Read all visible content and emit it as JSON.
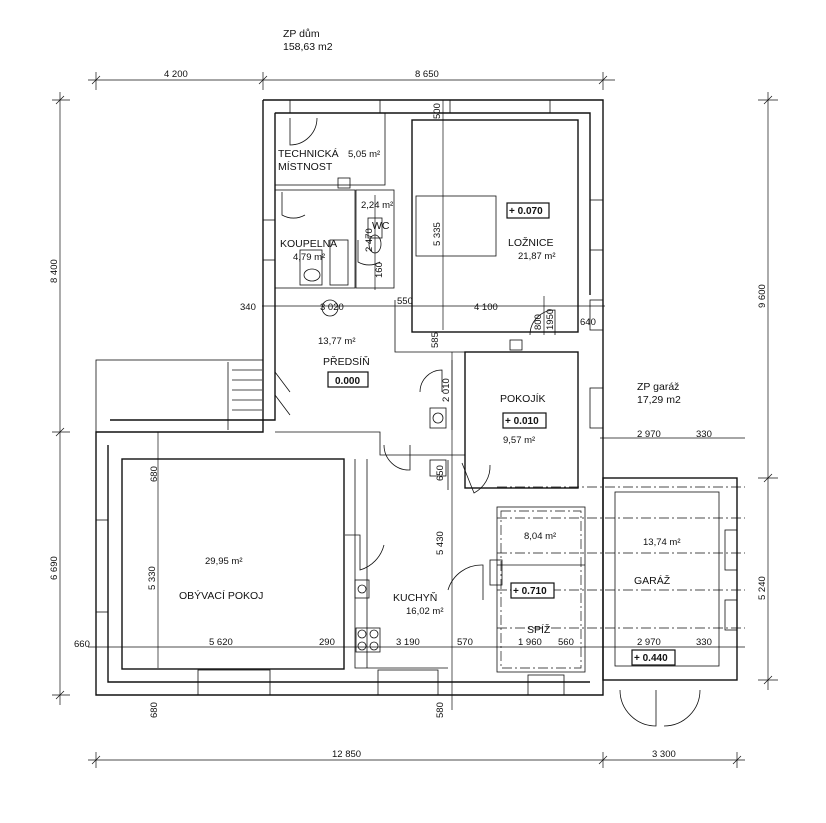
{
  "summary_house": {
    "title": "ZP dům",
    "area": "158,63 m2"
  },
  "summary_garage": {
    "title": "ZP garáž",
    "area": "17,29 m2"
  },
  "rooms": {
    "technical": {
      "name_line1": "TECHNICKÁ",
      "name_line2": "MÍSTNOST",
      "area": "5,05 m²"
    },
    "wc": {
      "name": "WC",
      "area": "2,24 m²"
    },
    "bathroom": {
      "name": "KOUPELNA",
      "area": "4,79 m²"
    },
    "bedroom": {
      "name": "LOŽNICE",
      "area": "21,87 m²",
      "level": "+ 0.070"
    },
    "hall": {
      "name": "PŘEDSÍŇ",
      "area": "13,77 m²",
      "level": "0.000"
    },
    "small_room": {
      "name": "POKOJÍK",
      "area": "9,57 m²",
      "level": "+ 0.010"
    },
    "living": {
      "name": "OBÝVACÍ POKOJ",
      "area": "29,95 m²"
    },
    "kitchen": {
      "name": "KUCHYŇ",
      "area": "16,02 m²"
    },
    "pantry": {
      "name": "SPÍŽ",
      "area": "8,04 m²",
      "level": "+ 0.710"
    },
    "garage": {
      "name": "GARÁŽ",
      "area": "13,74 m²",
      "level": "+ 0.440"
    }
  },
  "dimensions": {
    "top_left": "4 200",
    "top_right": "8 650",
    "bottom_main": "12 850",
    "bottom_garage": "3 300",
    "left_upper": "8 400",
    "left_lower": "6 690",
    "right_total": "9 600",
    "right_garage": "5 240",
    "d_340": "340",
    "d_3020": "3 020",
    "d_550": "550",
    "d_4100": "4 100",
    "d_640": "640",
    "d_800": "800",
    "d_1950": "1950",
    "d_500": "500",
    "d_5335": "5 335",
    "d_2470": "2 470",
    "d_160": "160",
    "d_585": "585",
    "d_2010": "2 010",
    "d_650": "650",
    "d_680_a": "680",
    "d_5330": "5 330",
    "d_5430": "5 430",
    "d_660": "660",
    "d_5620": "5 620",
    "d_290": "290",
    "d_3190": "3 190",
    "d_570": "570",
    "d_1960": "1 960",
    "d_560": "560",
    "d_2970_a": "2 970",
    "d_330_a": "330",
    "d_2970_b": "2 970",
    "d_330_b": "330",
    "d_680_b": "680",
    "d_580": "580"
  }
}
